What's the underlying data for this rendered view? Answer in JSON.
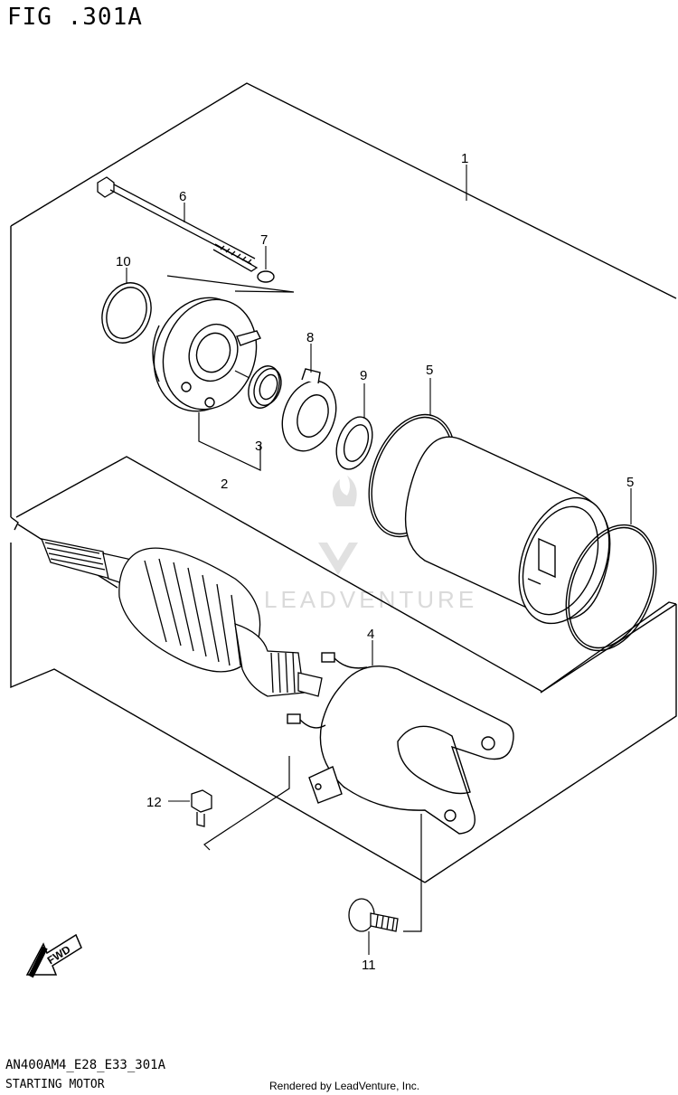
{
  "figure": {
    "title": "FIG .301A"
  },
  "callouts": [
    "1",
    "2",
    "3",
    "4",
    "5",
    "5",
    "6",
    "7",
    "8",
    "9",
    "10",
    "11",
    "12"
  ],
  "fwd_label": "FWD",
  "watermark": "LEADVENTURE",
  "footer": {
    "code": "AN400AM4_E28_E33_301A",
    "name": "STARTING MOTOR",
    "rendered_by": "Rendered by LeadVenture, Inc."
  }
}
